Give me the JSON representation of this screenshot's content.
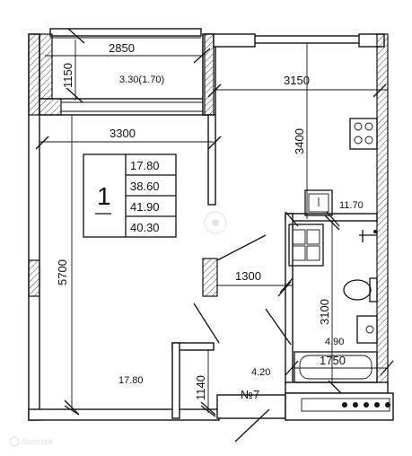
{
  "plan": {
    "balcony_width": "2850",
    "balcony_depth": "1150",
    "balcony_area": "3.30(1.70)",
    "room_width": "3300",
    "room_length": "5700",
    "kitchen_width": "3150",
    "kitchen_length": "3400",
    "kitchen_area": "11.70",
    "hall_width": "1300",
    "bath_length": "3100",
    "bath_area": "4.90",
    "tub_length": "1750",
    "hall_area": "4.20",
    "niche_width": "1140",
    "room_area": "17.80",
    "apartment_number": "№7"
  },
  "legend": {
    "rooms": "1",
    "living_area": "17.80",
    "total_area": "38.60",
    "total_with_balcony": "41.90",
    "total_reduced_balcony": "40.30"
  },
  "watermark": {
    "text": "domclick"
  }
}
